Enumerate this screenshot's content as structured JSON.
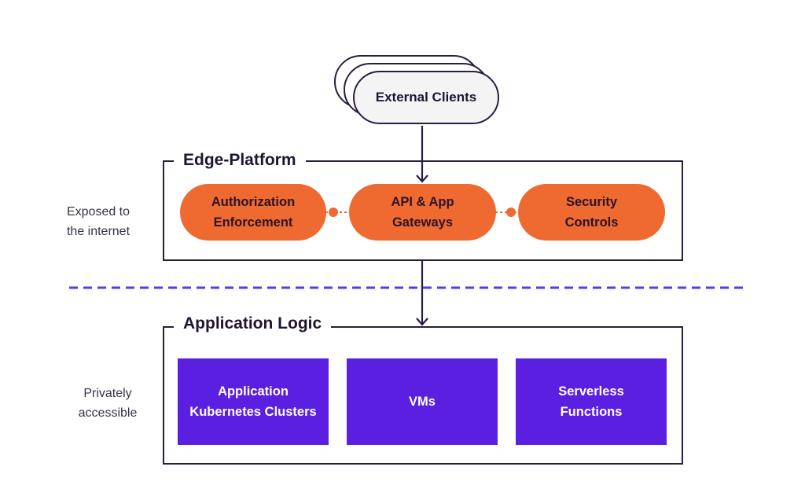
{
  "clients": {
    "label": "External Clients"
  },
  "edge_platform": {
    "title": "Edge-Platform",
    "side_label": "Exposed to\nthe internet",
    "nodes": [
      {
        "label": "Authorization\nEnforcement"
      },
      {
        "label": "API & App\nGateways"
      },
      {
        "label": "Security\nControls"
      }
    ]
  },
  "application_logic": {
    "title": "Application Logic",
    "side_label": "Privately\naccessible",
    "nodes": [
      {
        "label": "Application\nKubernetes Clusters"
      },
      {
        "label": "VMs"
      },
      {
        "label": "Serverless\nFunctions"
      }
    ]
  },
  "colors": {
    "ink": "#2b1d3d",
    "orange": "#ee6a30",
    "purple": "#5a1fe0",
    "boundary_dash": "#5a3be0",
    "client_fill": "#f4f4f4"
  }
}
